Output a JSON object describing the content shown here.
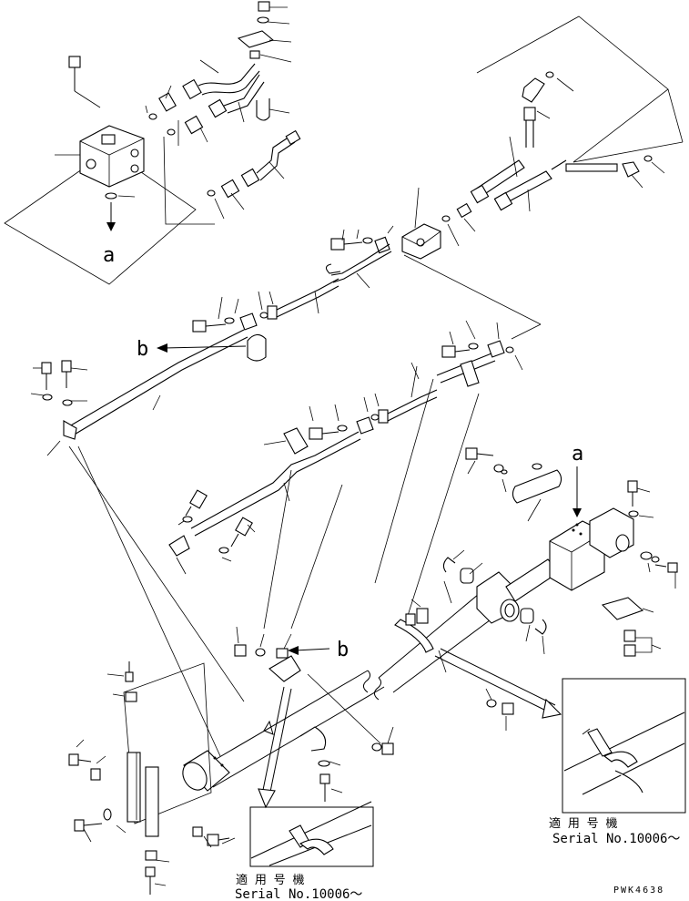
{
  "callouts": {
    "a": "a",
    "b": "b"
  },
  "inset_right": {
    "title": "適 用 号 機",
    "serial": "Serial No.10006～"
  },
  "inset_left": {
    "title": "適 用 号 機",
    "serial": "Serial No.10006～"
  },
  "drawing_code": "PWK4638"
}
